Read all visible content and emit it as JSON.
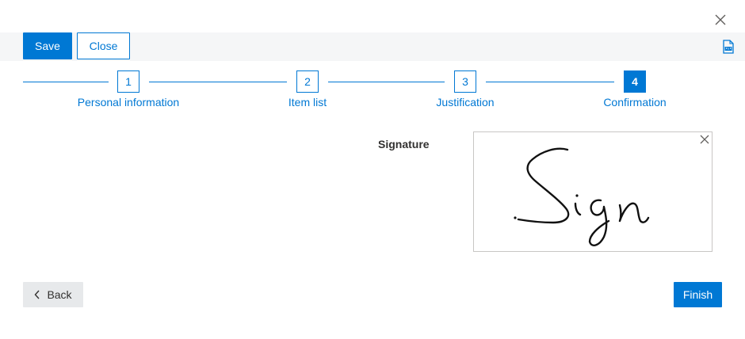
{
  "window": {
    "close_icon": "close-icon"
  },
  "toolbar": {
    "save_label": "Save",
    "close_label": "Close",
    "export_icon": "pdf-icon"
  },
  "stepper": {
    "steps": [
      {
        "number": "1",
        "label": "Personal information",
        "state": "done"
      },
      {
        "number": "2",
        "label": "Item list",
        "state": "done"
      },
      {
        "number": "3",
        "label": "Justification",
        "state": "done"
      },
      {
        "number": "4",
        "label": "Confirmation",
        "state": "active"
      }
    ]
  },
  "signature": {
    "label": "Signature",
    "clear_icon": "close-icon",
    "handwriting": "Sign"
  },
  "footer": {
    "back_label": "Back",
    "finish_label": "Finish"
  },
  "colors": {
    "primary": "#0078d4",
    "toolbar_bg": "#f5f6f7",
    "secondary_bg": "#e7e9eb",
    "border": "#c8c6c4"
  }
}
